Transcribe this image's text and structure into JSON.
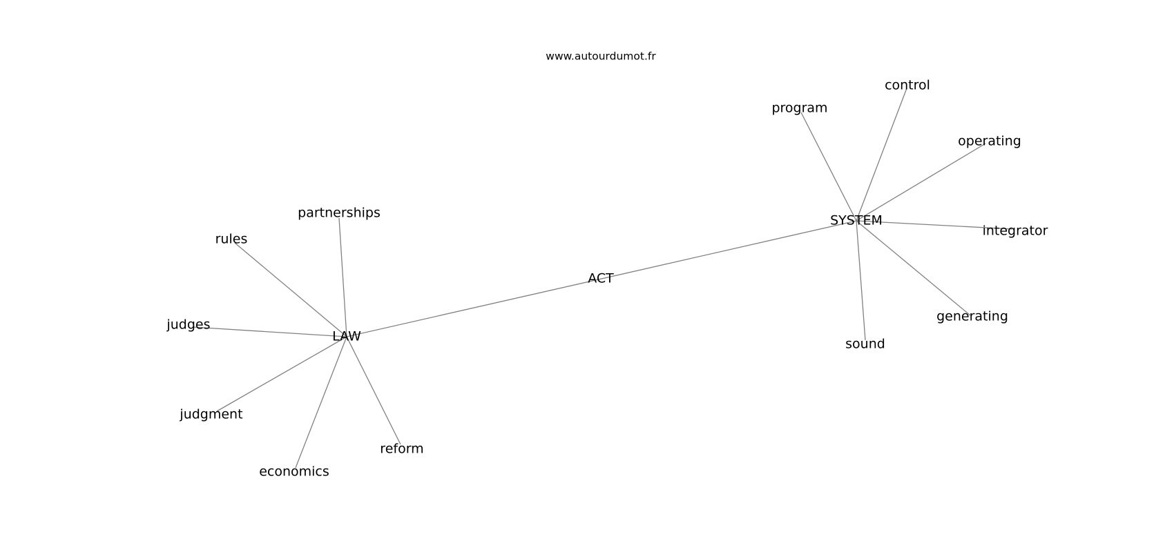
{
  "site_label": "www.autourdumot.fr",
  "graph": {
    "center": "ACT",
    "nodes": [
      {
        "id": "act",
        "label": "ACT"
      },
      {
        "id": "law",
        "label": "LAW"
      },
      {
        "id": "system",
        "label": "SYSTEM"
      },
      {
        "id": "partnerships",
        "label": "partnerships"
      },
      {
        "id": "rules",
        "label": "rules"
      },
      {
        "id": "judges",
        "label": "judges"
      },
      {
        "id": "judgment",
        "label": "judgment"
      },
      {
        "id": "economics",
        "label": "economics"
      },
      {
        "id": "reform",
        "label": "reform"
      },
      {
        "id": "program",
        "label": "program"
      },
      {
        "id": "control",
        "label": "control"
      },
      {
        "id": "operating",
        "label": "operating"
      },
      {
        "id": "integrator",
        "label": "integrator"
      },
      {
        "id": "generating",
        "label": "generating"
      },
      {
        "id": "sound",
        "label": "sound"
      }
    ],
    "edges": [
      [
        "law",
        "system"
      ],
      [
        "law",
        "partnerships"
      ],
      [
        "law",
        "rules"
      ],
      [
        "law",
        "judges"
      ],
      [
        "law",
        "judgment"
      ],
      [
        "law",
        "economics"
      ],
      [
        "law",
        "reform"
      ],
      [
        "system",
        "program"
      ],
      [
        "system",
        "control"
      ],
      [
        "system",
        "operating"
      ],
      [
        "system",
        "integrator"
      ],
      [
        "system",
        "generating"
      ],
      [
        "system",
        "sound"
      ]
    ]
  }
}
